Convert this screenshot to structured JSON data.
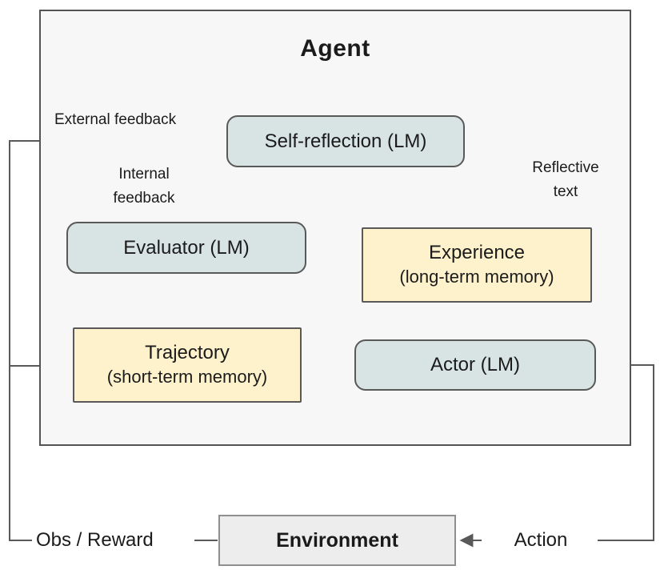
{
  "title": "Agent",
  "colors": {
    "lm_box_fill": "#d8e4e3",
    "memory_box_fill": "#fef2cc",
    "agent_container_fill": "#f7f7f7",
    "environment_fill": "#ededed",
    "border_dark": "#595959",
    "environment_border": "#8f8f8f",
    "line": "#595959"
  },
  "nodes": {
    "self_reflection": {
      "label": "Self-reflection (LM)"
    },
    "evaluator": {
      "label": "Evaluator (LM)"
    },
    "experience": {
      "label": "Experience",
      "sublabel": "(long-term memory)"
    },
    "trajectory": {
      "label": "Trajectory",
      "sublabel": "(short-term memory)"
    },
    "actor": {
      "label": "Actor (LM)"
    },
    "environment": {
      "label": "Environment"
    }
  },
  "labels": {
    "external_feedback": "External feedback",
    "internal_feedback": {
      "line1": "Internal",
      "line2": "feedback"
    },
    "reflective_text": {
      "line1": "Reflective",
      "line2": "text"
    },
    "obs_reward": "Obs / Reward",
    "action": "Action"
  }
}
